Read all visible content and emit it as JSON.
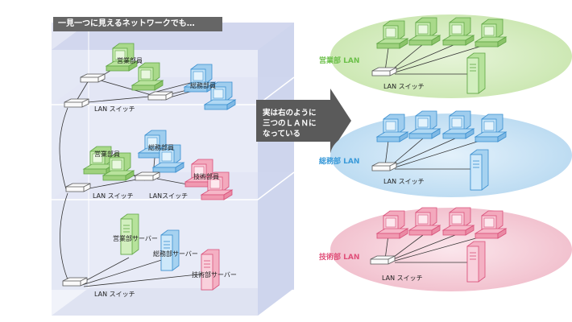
{
  "title": "一見一つに見えるネットワークでも…",
  "arrow_text": [
    "実は右のように",
    "三つのＬＡＮに",
    "なっている"
  ],
  "labels": {
    "eigyo_member": "営業部員",
    "somu_member": "総務部員",
    "gijutsu_member": "技術部員",
    "lan_switch": "LAN スイッチ",
    "lan_switch_b": "LANスイッチ",
    "eigyo_server": "営業部サーバー",
    "somu_server": "総務部サーバー",
    "gijutsu_server": "技術部サーバー"
  },
  "lans": [
    {
      "name": "営業部 LAN",
      "switch_label": "LAN スイッチ",
      "color": "#6cc04a",
      "fill": "#d4ecbf"
    },
    {
      "name": "総務部 LAN",
      "switch_label": "LAN スイッチ",
      "color": "#3a9ad9",
      "fill": "#c9e4f5"
    },
    {
      "name": "技術部 LAN",
      "switch_label": "LAN スイッチ",
      "color": "#e0507a",
      "fill": "#f6cfd9"
    }
  ],
  "colors": {
    "green": "#bfe3a3",
    "blue": "#b7dcf4",
    "pink": "#f5c0cf",
    "building": "#dfe3f3",
    "arrow": "#5a5a5a"
  }
}
